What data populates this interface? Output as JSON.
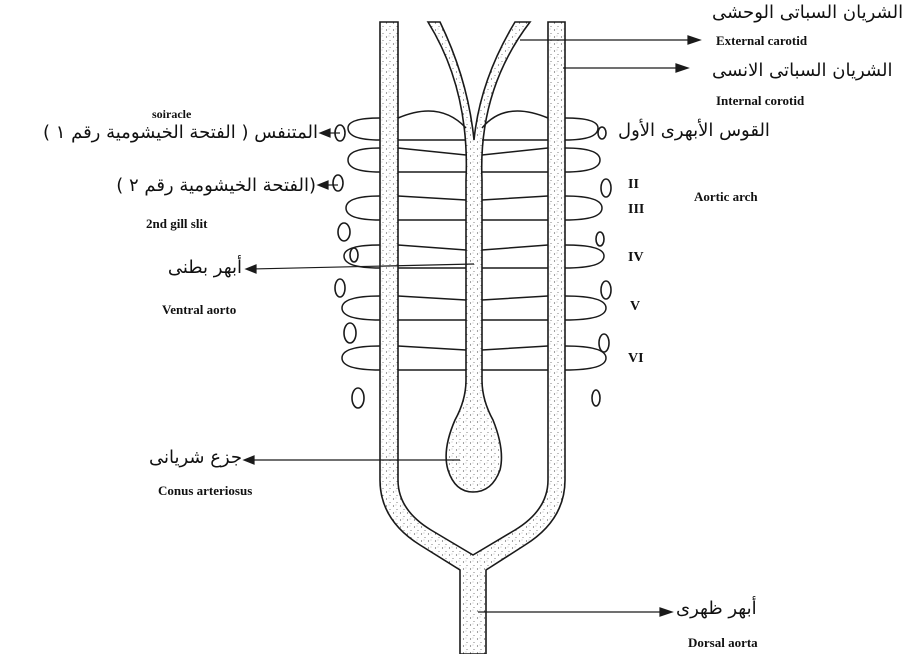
{
  "labels": {
    "external_carotid_ar": "الشريان السباتى الوحشى",
    "external_carotid_en": "External carotid",
    "internal_carotid_ar": "الشريان السباتى الانسى",
    "internal_carotid_en": "Internal corotid",
    "spiracle_en": "soiracle",
    "spiracle_ar": "المتنفس ( الفتحة الخيشومية رقم ١ )",
    "first_arch_ar": "القوس الأبهرى الأول",
    "aortic_arch_en": "Aortic arch",
    "gill_slit_2_ar": "(الفتحة الخيشومية رقم ٢ )",
    "gill_slit_2_en": "2nd gill slit",
    "ventral_aorta_ar": "أبهر بطنى",
    "ventral_aorta_en": "Ventral aorto",
    "conus_ar": "جزع شريانى",
    "conus_en": "Conus arteriosus",
    "dorsal_aorta_ar": "أبهر ظهرى",
    "dorsal_aorta_en": "Dorsal aorta"
  },
  "arch_numerals": [
    "II",
    "III",
    "IV",
    "V",
    "VI"
  ],
  "colors": {
    "ink": "#1a1a1a",
    "paper": "#ffffff",
    "stipple": "#555555"
  }
}
